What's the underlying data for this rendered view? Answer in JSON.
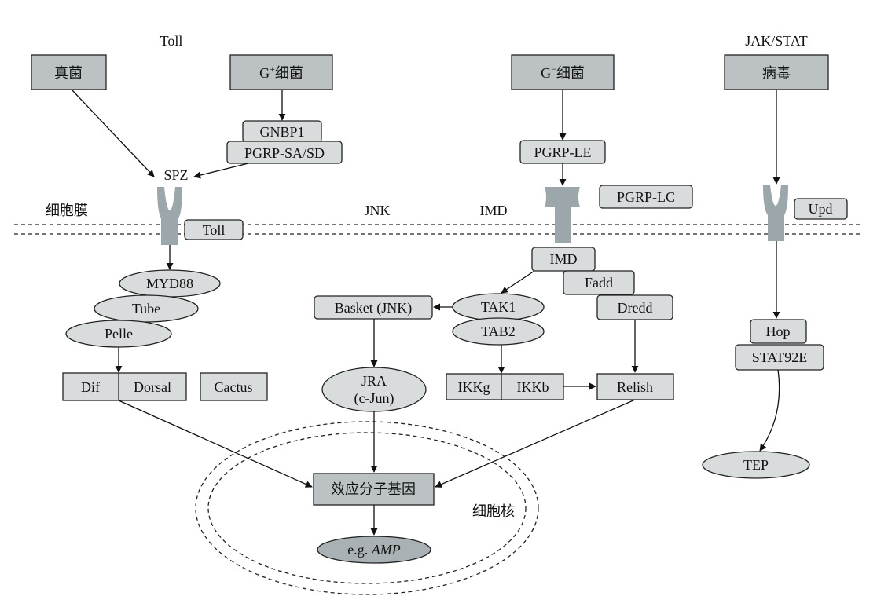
{
  "pathways": {
    "toll": "Toll",
    "jnk": "JNK",
    "imd": "IMD",
    "jakstat": "JAK/STAT"
  },
  "compartments": {
    "membrane": "细胞膜",
    "nucleus": "细胞核"
  },
  "pathogens": {
    "fungi": "真菌",
    "gpos_prefix": "G",
    "gpos_sup": "+",
    "gpos_suffix": "细菌",
    "gneg_prefix": "G",
    "gneg_sup": "−",
    "gneg_suffix": "细菌",
    "virus": "病毒"
  },
  "toll_nodes": {
    "gnbp1": "GNBP1",
    "pgrp_sa_sd": "PGRP-SA/SD",
    "spz": "SPZ",
    "toll_receptor": "Toll",
    "myd88": "MYD88",
    "tube": "Tube",
    "pelle": "Pelle",
    "dif": "Dif",
    "dorsal": "Dorsal",
    "cactus": "Cactus"
  },
  "jnk_nodes": {
    "basket": "Basket (JNK)",
    "jra_line1": "JRA",
    "jra_line2": "(c-Jun)"
  },
  "imd_nodes": {
    "pgrp_le": "PGRP-LE",
    "pgrp_lc": "PGRP-LC",
    "imd": "IMD",
    "fadd": "Fadd",
    "dredd": "Dredd",
    "tak1": "TAK1",
    "tab2": "TAB2",
    "ikkg": "IKKg",
    "ikkb": "IKKb",
    "relish": "Relish"
  },
  "jakstat_nodes": {
    "upd": "Upd",
    "hop": "Hop",
    "stat92e": "STAT92E",
    "tep": "TEP"
  },
  "nucleus_nodes": {
    "effector_genes": "效应分子基因",
    "amp_prefix": "e.g. ",
    "amp_italic": "AMP"
  }
}
